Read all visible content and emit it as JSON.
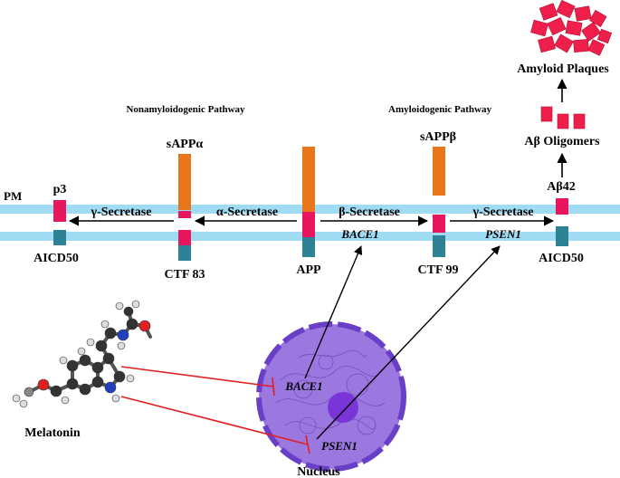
{
  "labels": {
    "pm": "PM",
    "nonamyloidogenic_pathway": "Nonamyloidogenic Pathway",
    "amyloidogenic_pathway": "Amyloidogenic Pathway",
    "p3": "p3",
    "aicd50_left": "AICD50",
    "saPPalpha": "sAPPα",
    "ctf83": "CTF 83",
    "app": "APP",
    "sappbeta": "sAPPβ",
    "ctf99": "CTF 99",
    "abeta42": "Aβ42",
    "aicd50_right": "AICD50",
    "abeta_oligomers": "Aβ Oligomers",
    "amyloid_plaques": "Amyloid Plaques",
    "gamma_secretase_left": "γ-Secretase",
    "alpha_secretase": "α-Secretase",
    "beta_secretase": "β-Secretase",
    "gamma_secretase_right": "γ-Secretase",
    "bace1_membrane": "BACE1",
    "psen1_membrane": "PSEN1",
    "bace1_nucleus": "BACE1",
    "psen1_nucleus": "PSEN1",
    "melatonin": "Melatonin",
    "nucleus": "Nucleus"
  },
  "colors": {
    "membrane": "#9fdcf3",
    "orange": "#e8761a",
    "pink": "#e8175d",
    "teal": "#2e8296",
    "plaque": "#ee1f4b",
    "nucleus_fill": "#9b78e0",
    "nucleus_border": "#6a3fc8",
    "inhibit_line": "#e02020"
  }
}
